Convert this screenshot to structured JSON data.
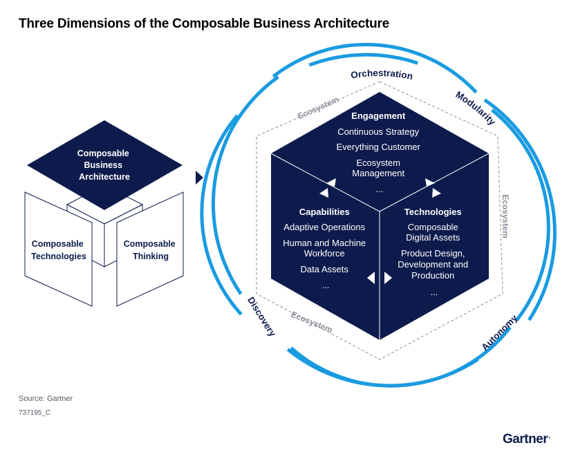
{
  "title": "Three Dimensions of the Composable Business Architecture",
  "left_cube": {
    "top_label": [
      "Composable",
      "Business",
      "Architecture"
    ],
    "left_label": [
      "Composable",
      "Technologies"
    ],
    "right_label": [
      "Composable",
      "Thinking"
    ]
  },
  "ring": {
    "labels": [
      "Orchestration",
      "Modularity",
      "Autonomy",
      "Discovery"
    ]
  },
  "ecosystem_labels": [
    "Ecosystem",
    "Ecosystem",
    "Ecosystem"
  ],
  "engagement": {
    "heading": "Engagement",
    "items": [
      "Continuous Strategy",
      "Everything Customer",
      "Ecosystem",
      "Management",
      "..."
    ]
  },
  "capabilities": {
    "heading": "Capabilities",
    "items": [
      "Adaptive Operations",
      "Human and Machine",
      "Workforce",
      "Data Assets",
      "..."
    ]
  },
  "technologies": {
    "heading": "Technologies",
    "items": [
      "Composable",
      "Digital Assets",
      "Product Design,",
      "Development and",
      "Production",
      "..."
    ]
  },
  "footer": {
    "source": "Source: Gartner",
    "figure_id": "737195_C",
    "brand": "Gartner",
    "brand_mark": "."
  },
  "colors": {
    "navy": "#0d1b4c",
    "ring_blue": "#1a9be0",
    "ecosystem_gray": "#8a8f99"
  }
}
